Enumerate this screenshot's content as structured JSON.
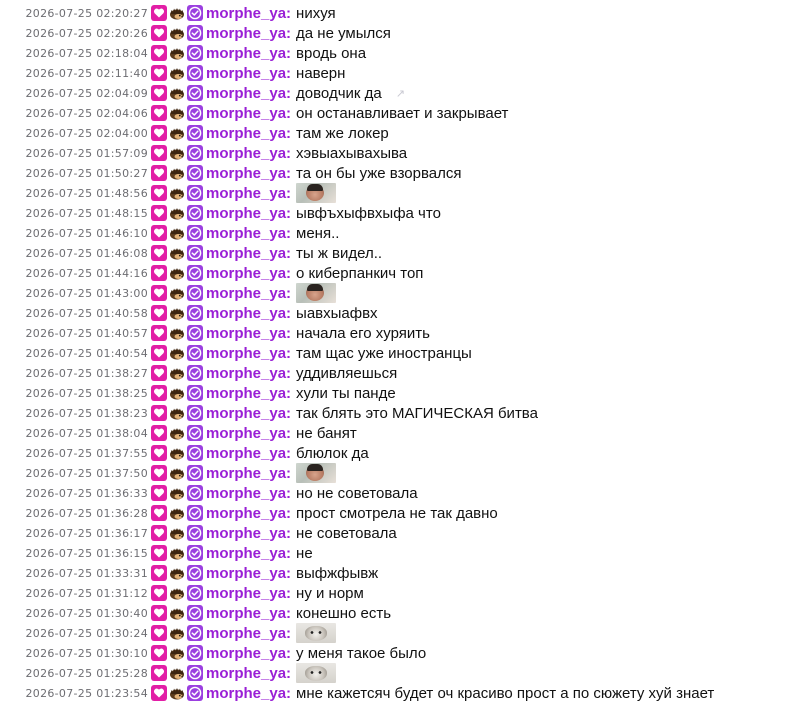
{
  "username": "morphe_ya:",
  "badges": {
    "first": "heart-badge-icon",
    "second": "hedgehog-badge-icon",
    "third": "verified-check-badge-icon"
  },
  "colors": {
    "username": "#9a1fd6",
    "heart_badge": "#e21ea6",
    "verified_badge": "#9b3fe0",
    "timestamp": "#6d6d72"
  },
  "messages": [
    {
      "time": "2026-07-25 02:20:27",
      "type": "text",
      "text": "нихуя"
    },
    {
      "time": "2026-07-25 02:20:26",
      "type": "text",
      "text": "да не умылся"
    },
    {
      "time": "2026-07-25 02:18:04",
      "type": "text",
      "text": "вродь она"
    },
    {
      "time": "2026-07-25 02:11:40",
      "type": "text",
      "text": "наверн"
    },
    {
      "time": "2026-07-25 02:04:09",
      "type": "text",
      "text": "доводчик да",
      "link_icon": "↗"
    },
    {
      "time": "2026-07-25 02:04:06",
      "type": "text",
      "text": "он останавливает и закрывает"
    },
    {
      "time": "2026-07-25 02:04:00",
      "type": "text",
      "text": "там же локер"
    },
    {
      "time": "2026-07-25 01:57:09",
      "type": "text",
      "text": "хэвыахывахыва"
    },
    {
      "time": "2026-07-25 01:50:27",
      "type": "text",
      "text": "та он бы уже взорвался"
    },
    {
      "time": "2026-07-25 01:48:56",
      "type": "emote",
      "emote": "face"
    },
    {
      "time": "2026-07-25 01:48:15",
      "type": "text",
      "text": "ывфъхыфвхыфа что"
    },
    {
      "time": "2026-07-25 01:46:10",
      "type": "text",
      "text": "меня.."
    },
    {
      "time": "2026-07-25 01:46:08",
      "type": "text",
      "text": "ты ж видел.."
    },
    {
      "time": "2026-07-25 01:44:16",
      "type": "text",
      "text": "о киберпанкич топ"
    },
    {
      "time": "2026-07-25 01:43:00",
      "type": "emote",
      "emote": "face"
    },
    {
      "time": "2026-07-25 01:40:58",
      "type": "text",
      "text": "ыавхыафвх"
    },
    {
      "time": "2026-07-25 01:40:57",
      "type": "text",
      "text": "начала его хуряить"
    },
    {
      "time": "2026-07-25 01:40:54",
      "type": "text",
      "text": "там щас уже иностранцы"
    },
    {
      "time": "2026-07-25 01:38:27",
      "type": "text",
      "text": "уддивляешься"
    },
    {
      "time": "2026-07-25 01:38:25",
      "type": "text",
      "text": "хули ты панде"
    },
    {
      "time": "2026-07-25 01:38:23",
      "type": "text",
      "text": "так блять это МАГИЧЕСКАЯ битва"
    },
    {
      "time": "2026-07-25 01:38:04",
      "type": "text",
      "text": "не банят"
    },
    {
      "time": "2026-07-25 01:37:55",
      "type": "text",
      "text": "блюлок да"
    },
    {
      "time": "2026-07-25 01:37:50",
      "type": "emote",
      "emote": "face"
    },
    {
      "time": "2026-07-25 01:36:33",
      "type": "text",
      "text": "но не советовала"
    },
    {
      "time": "2026-07-25 01:36:28",
      "type": "text",
      "text": "прост смотрела не так давно"
    },
    {
      "time": "2026-07-25 01:36:17",
      "type": "text",
      "text": "не советовала"
    },
    {
      "time": "2026-07-25 01:36:15",
      "type": "text",
      "text": "не"
    },
    {
      "time": "2026-07-25 01:33:31",
      "type": "text",
      "text": "выфжфывж"
    },
    {
      "time": "2026-07-25 01:31:12",
      "type": "text",
      "text": "ну и норм"
    },
    {
      "time": "2026-07-25 01:30:40",
      "type": "text",
      "text": "конешно есть"
    },
    {
      "time": "2026-07-25 01:30:24",
      "type": "emote",
      "emote": "cat"
    },
    {
      "time": "2026-07-25 01:30:10",
      "type": "text",
      "text": "у меня такое было"
    },
    {
      "time": "2026-07-25 01:25:28",
      "type": "emote",
      "emote": "cat"
    },
    {
      "time": "2026-07-25 01:23:54",
      "type": "text",
      "text": "мне кажетсяч будет оч красиво прост а по сюжету хуй знает"
    }
  ]
}
